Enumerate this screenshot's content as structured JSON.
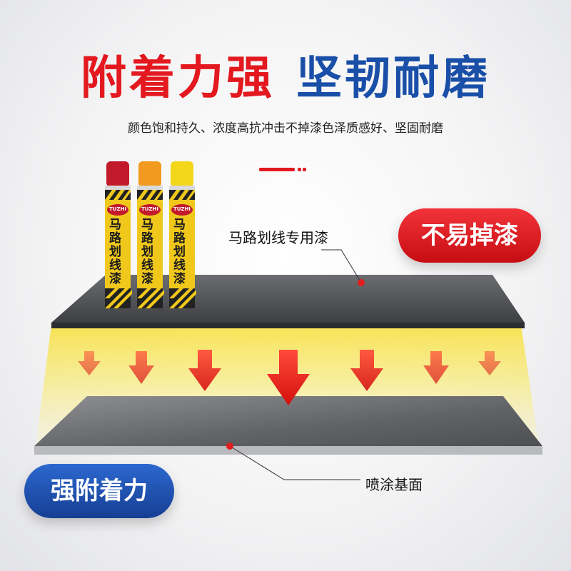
{
  "headline": {
    "left_text": "附着力强",
    "right_text": "坚韧耐磨"
  },
  "subtitle": "颜色饱和持久、浓度高抗冲击不掉漆色泽质感好、坚固耐磨",
  "badges": {
    "top_right": "不易掉漆",
    "bottom_left": "强附着力"
  },
  "labels": {
    "paint_layer": "马路划线专用漆",
    "base_surface": "喷涂基面"
  },
  "product": {
    "brand": "TUZHI",
    "name": "马路划线漆",
    "can_colors": [
      "#c21a2b",
      "#f29a1f",
      "#f4d61a"
    ]
  },
  "colors": {
    "accent_red": "#e3191f",
    "accent_blue": "#1a4fa8",
    "arrow_red": "#e11d1d"
  }
}
